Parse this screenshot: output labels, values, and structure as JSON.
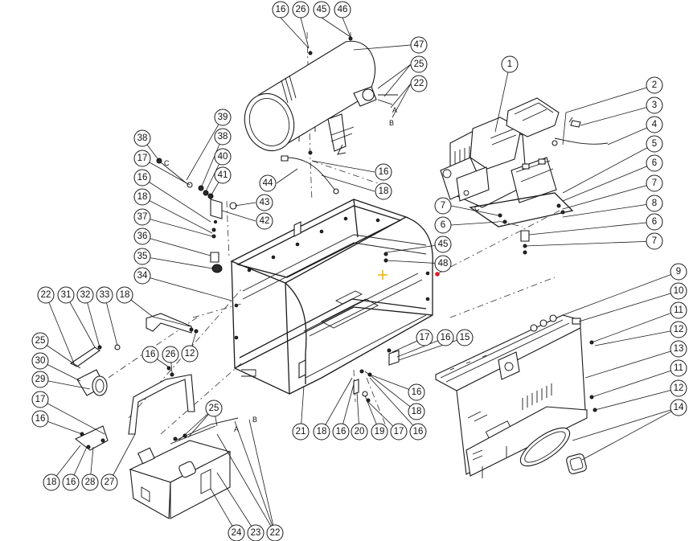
{
  "image": {
    "type": "exploded parts diagram",
    "marker_color": "#f2b400",
    "dot_color": "#d81e2a"
  },
  "callouts": [
    {
      "id": "c01",
      "label": "16"
    },
    {
      "id": "c02",
      "label": "26"
    },
    {
      "id": "c03",
      "label": "45"
    },
    {
      "id": "c04",
      "label": "46"
    },
    {
      "id": "c05",
      "label": "47"
    },
    {
      "id": "c06",
      "label": "25"
    },
    {
      "id": "c07",
      "label": "22"
    },
    {
      "id": "c08",
      "label": "16"
    },
    {
      "id": "c09",
      "label": "18"
    },
    {
      "id": "c10",
      "label": "44"
    },
    {
      "id": "c11",
      "label": "39"
    },
    {
      "id": "c12",
      "label": "38"
    },
    {
      "id": "c13",
      "label": "40"
    },
    {
      "id": "c14",
      "label": "41"
    },
    {
      "id": "c15",
      "label": "43"
    },
    {
      "id": "c16",
      "label": "42"
    },
    {
      "id": "c17",
      "label": "38"
    },
    {
      "id": "c18",
      "label": "17"
    },
    {
      "id": "c19",
      "label": "16"
    },
    {
      "id": "c20",
      "label": "18"
    },
    {
      "id": "c21",
      "label": "37"
    },
    {
      "id": "c22",
      "label": "36"
    },
    {
      "id": "c23",
      "label": "35"
    },
    {
      "id": "c24",
      "label": "34"
    },
    {
      "id": "c25",
      "label": "1"
    },
    {
      "id": "c26",
      "label": "2"
    },
    {
      "id": "c27",
      "label": "3"
    },
    {
      "id": "c28",
      "label": "4"
    },
    {
      "id": "c29",
      "label": "5"
    },
    {
      "id": "c30",
      "label": "6"
    },
    {
      "id": "c31",
      "label": "7"
    },
    {
      "id": "c32",
      "label": "8"
    },
    {
      "id": "c33",
      "label": "6"
    },
    {
      "id": "c34",
      "label": "7"
    },
    {
      "id": "c35",
      "label": "7"
    },
    {
      "id": "c36",
      "label": "6"
    },
    {
      "id": "c37",
      "label": "45"
    },
    {
      "id": "c38",
      "label": "48"
    },
    {
      "id": "c39",
      "label": "9"
    },
    {
      "id": "c40",
      "label": "10"
    },
    {
      "id": "c41",
      "label": "11"
    },
    {
      "id": "c42",
      "label": "12"
    },
    {
      "id": "c43",
      "label": "13"
    },
    {
      "id": "c44",
      "label": "11"
    },
    {
      "id": "c45",
      "label": "12"
    },
    {
      "id": "c46",
      "label": "14"
    },
    {
      "id": "c47",
      "label": "17"
    },
    {
      "id": "c48",
      "label": "16"
    },
    {
      "id": "c49",
      "label": "15"
    },
    {
      "id": "c50",
      "label": "16"
    },
    {
      "id": "c51",
      "label": "18"
    },
    {
      "id": "c52",
      "label": "16"
    },
    {
      "id": "c53",
      "label": "21"
    },
    {
      "id": "c54",
      "label": "18"
    },
    {
      "id": "c55",
      "label": "16"
    },
    {
      "id": "c56",
      "label": "20"
    },
    {
      "id": "c57",
      "label": "19"
    },
    {
      "id": "c58",
      "label": "17"
    },
    {
      "id": "c59",
      "label": "22"
    },
    {
      "id": "c60",
      "label": "31"
    },
    {
      "id": "c61",
      "label": "32"
    },
    {
      "id": "c62",
      "label": "33"
    },
    {
      "id": "c63",
      "label": "18"
    },
    {
      "id": "c64",
      "label": "25"
    },
    {
      "id": "c65",
      "label": "30"
    },
    {
      "id": "c66",
      "label": "29"
    },
    {
      "id": "c67",
      "label": "17"
    },
    {
      "id": "c68",
      "label": "16"
    },
    {
      "id": "c69",
      "label": "18"
    },
    {
      "id": "c70",
      "label": "16"
    },
    {
      "id": "c71",
      "label": "28"
    },
    {
      "id": "c72",
      "label": "27"
    },
    {
      "id": "c73",
      "label": "16"
    },
    {
      "id": "c74",
      "label": "26"
    },
    {
      "id": "c75",
      "label": "12"
    },
    {
      "id": "c76",
      "label": "25"
    },
    {
      "id": "c77",
      "label": "24"
    },
    {
      "id": "c78",
      "label": "23"
    },
    {
      "id": "c79",
      "label": "22"
    }
  ],
  "tags": [
    {
      "id": "tA1",
      "label": "A"
    },
    {
      "id": "tB1",
      "label": "B"
    },
    {
      "id": "tC1",
      "label": "C"
    },
    {
      "id": "tC2",
      "label": "C"
    },
    {
      "id": "tA2",
      "label": "A"
    },
    {
      "id": "tB2",
      "label": "B"
    }
  ]
}
